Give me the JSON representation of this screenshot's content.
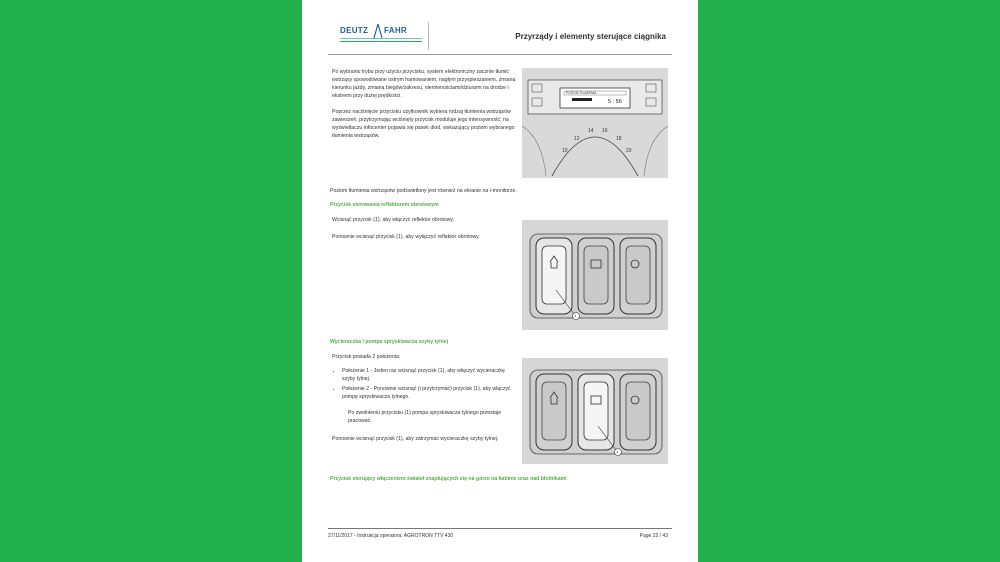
{
  "header": {
    "logo_left": "DEUTZ",
    "logo_right": "FAHR",
    "title": "Przyrządy i elementy sterujące ciągnika"
  },
  "section1": {
    "p1": "Po wybraniu trybu przy użyciu przycisku, system elektroniczny zacznie tłumić wstrząsy spowodowane ostrym hamowaniem, nagłym przyspieszaniem, zmianą kierunku jazdy, zmianą biegów/zakresu, nierównościami/dziurami na drodze i ekstremi przy dużej prędkości.",
    "p2": "Poprzez naciśnięcie przycisku użytkownik wybiera rodzaj tłumienia wstrząsów zawieszeń, przytrzymując wciśnięty przycisk moduluje jego intensywność; na wyświetlaczu infocenter pojawia się pasek diod, wskazujący poziom wybranego tłumienia wstrząsów."
  },
  "dashboard": {
    "display_text": "POZIOM TŁUMIENIA",
    "display_value": "5 : 56",
    "ticks": [
      "10",
      "12",
      "14",
      "16",
      "18",
      "20"
    ]
  },
  "line_monitor": "Poziom tłumienia wstrząsów podświetlony jest również na ekranie na i-monitorze.",
  "beacon": {
    "heading": "Przycisk sterowania reflektorem obrotowym",
    "p1": "Wcisnąć przycisk (1), aby włączyć reflektor obrotowy.",
    "p2": "Ponownie wcisnąć przycisk (1), aby wyłączyć reflektor obrotowy.",
    "callout": "1"
  },
  "wiper": {
    "heading": "Wycieraczka i pompa spryskiwacza szyby tylnej",
    "intro": "Przycisk posiada 2 położenia:",
    "items": [
      "Położenie 1 - Jeden raz wcisnąć przycisk (1), aby włączyć wycieraczkę szyby tylnej.",
      "Położenie 2 - Ponownie wcisnąć (i przytrzymać) przycisk (1), aby włączyć pompę spryskiwacza tylnego."
    ],
    "note": "Po zwolnieniu przycisku (1) pompa spryskiwacza tylnego przestaje pracować.",
    "p_last": "Ponownie wcisnąć przycisk (1), aby zatrzymać wycieraczkę szyby tylnej.",
    "callout": "1"
  },
  "section_last": {
    "heading": "Przycisk sterujący włączeniem świateł znajdujących się na górze na kabinie oraz nad błotnikami"
  },
  "footer": {
    "left": "27/11/2017 - Instrukcja operatora: AGROTRON TTV 430",
    "right": "Page 22 / 43"
  }
}
